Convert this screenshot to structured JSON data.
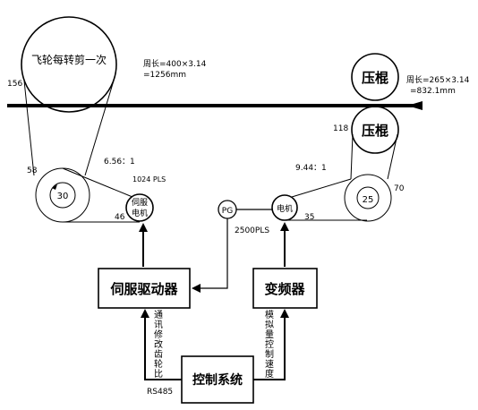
{
  "flywheel": {
    "label": "飞轮每转剪一次",
    "circumference_line1": "周长=400×3.14",
    "circumference_line2": "=1256mm",
    "tooth_label": "156"
  },
  "press_roller_top": {
    "label": "压棍"
  },
  "press_roller_bottom": {
    "label": "压棍"
  },
  "press_roller_info": {
    "circumference_line1": "周长=265×3.14",
    "circumference_line2": "=832.1mm",
    "tooth_label": "118"
  },
  "left_gear": {
    "outer_label": "58",
    "inner_label": "30",
    "ratio": "6.56：1"
  },
  "servo_motor": {
    "label_line1": "伺服",
    "label_line2": "电机",
    "pulse": "1024 PLS",
    "gear_label": "46"
  },
  "pg": {
    "label": "PG",
    "pulse": "2500PLS"
  },
  "motor": {
    "label": "电机",
    "gear_label": "35"
  },
  "right_gear": {
    "outer_label": "70",
    "inner_label": "25",
    "ratio": "9.44：1"
  },
  "servo_driver": {
    "label": "伺服驱动器"
  },
  "inverter": {
    "label": "变频器"
  },
  "control_system": {
    "label": "控制系统"
  },
  "left_signal": {
    "chars": [
      "通",
      "讯",
      "修",
      "改",
      "齿",
      "轮",
      "比"
    ],
    "protocol": "RS485"
  },
  "right_signal": {
    "chars": [
      "模",
      "拟",
      "量",
      "控",
      "制",
      "速",
      "度"
    ]
  }
}
